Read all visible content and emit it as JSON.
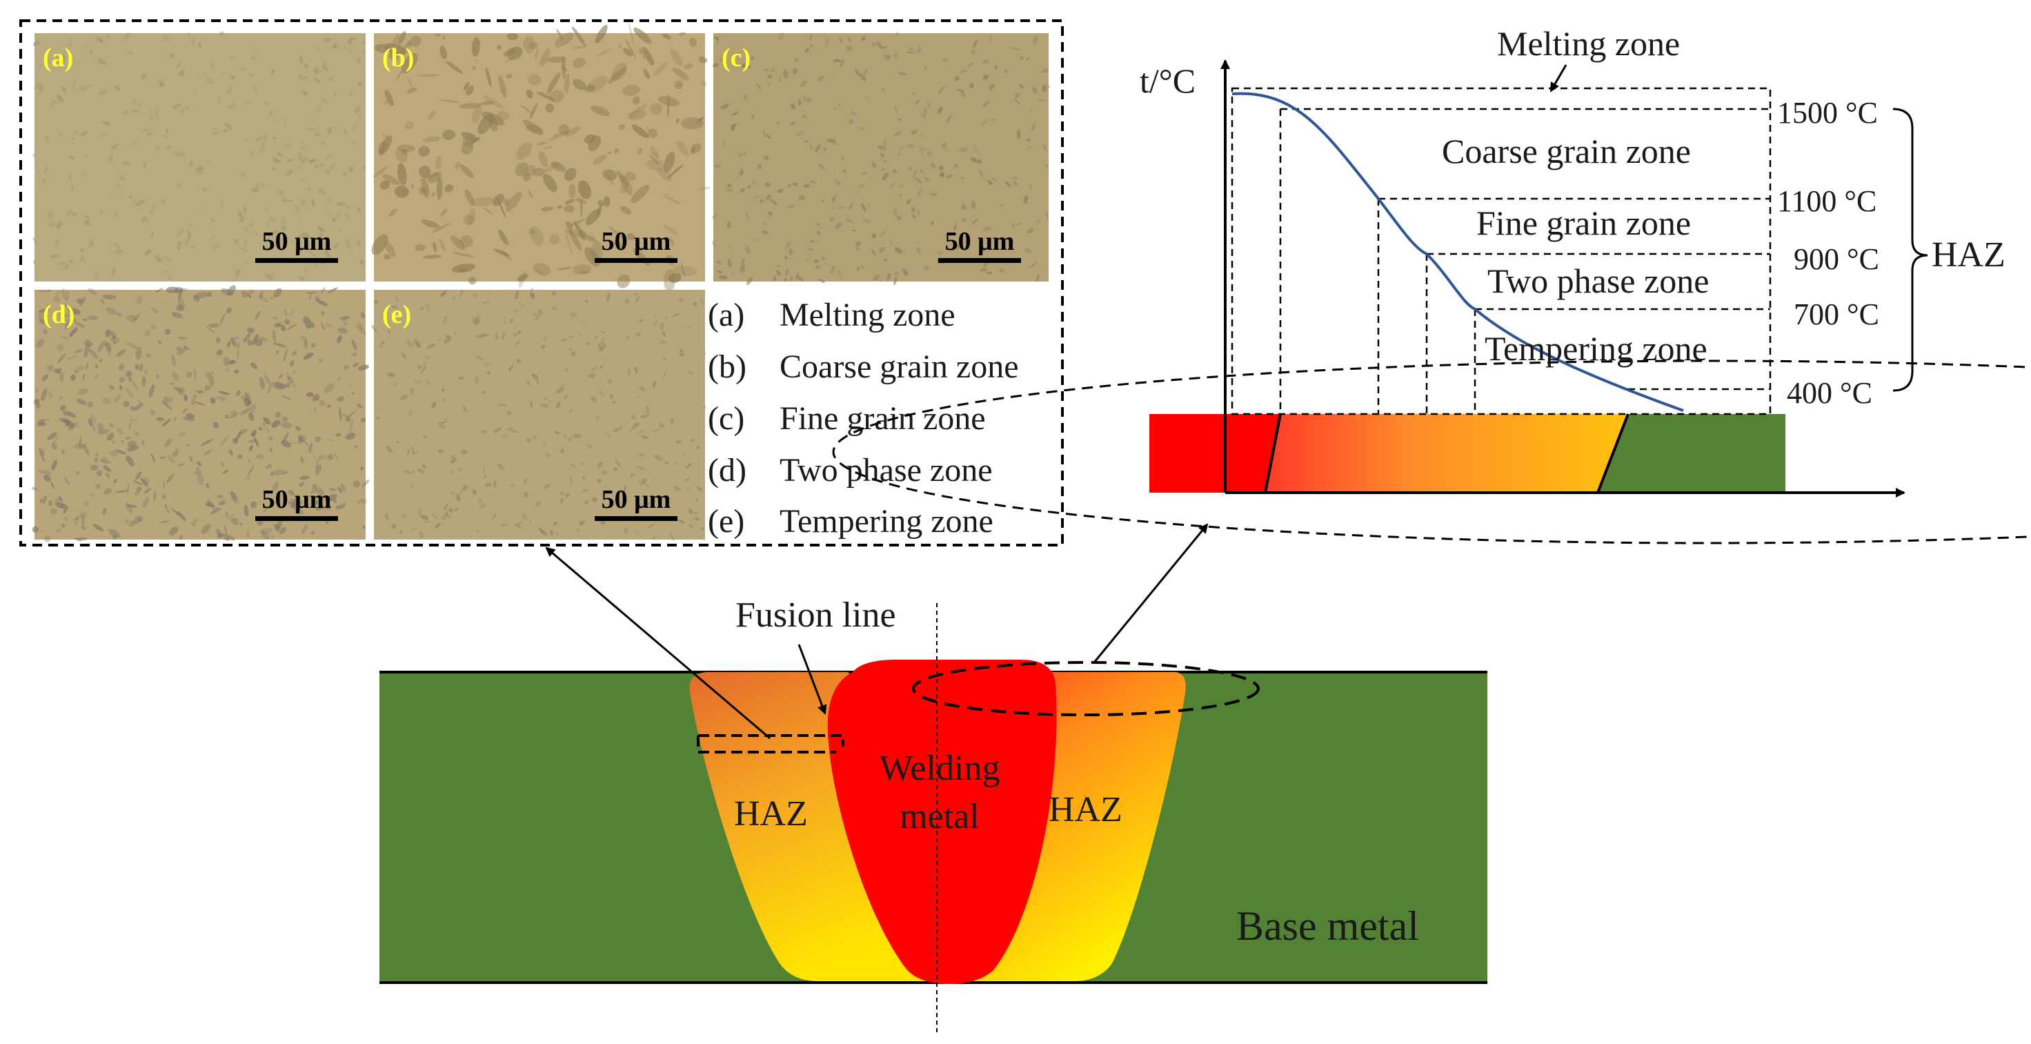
{
  "micrographs": [
    {
      "label": "(a)",
      "scale_text": "50 μm",
      "colors": {
        "base": "#b9ab80",
        "speck": "#a3946a"
      }
    },
    {
      "label": "(b)",
      "scale_text": "50 μm",
      "colors": {
        "base": "#bda97c",
        "speck": "#8f7d55"
      }
    },
    {
      "label": "(c)",
      "scale_text": "50 μm",
      "colors": {
        "base": "#b3a074",
        "speck": "#8c7b58"
      }
    },
    {
      "label": "(d)",
      "scale_text": "50 μm",
      "colors": {
        "base": "#b9a57a",
        "speck": "#7f7766"
      }
    },
    {
      "label": "(e)",
      "scale_text": "50 μm",
      "colors": {
        "base": "#b7a57c",
        "speck": "#918463"
      }
    }
  ],
  "legend": [
    {
      "key": "(a)",
      "text": "Melting zone"
    },
    {
      "key": "(b)",
      "text": "Coarse grain zone"
    },
    {
      "key": "(c)",
      "text": "Fine grain zone"
    },
    {
      "key": "(d)",
      "text": "Two phase zone"
    },
    {
      "key": "(e)",
      "text": "Tempering zone"
    }
  ],
  "temperature_chart": {
    "y_axis_label": "t/°C",
    "melting_zone_label": "Melting zone",
    "zones": [
      "Coarse grain zone",
      "Fine grain zone",
      "Two phase zone",
      "Tempering zone"
    ],
    "temperature_ticks": [
      "1500 °C",
      "1100 °C",
      "900 °C",
      "700 °C",
      "400 °C"
    ],
    "haz_label": "HAZ"
  },
  "weld_section": {
    "fusion_line_label": "Fusion line",
    "welding_metal_label": [
      "Welding",
      "metal"
    ],
    "haz_left_label": "HAZ",
    "haz_right_label": "HAZ",
    "base_metal_label": "Base metal"
  },
  "colors": {
    "base_metal": "#548235",
    "weld_red": "#ff0000",
    "haz_orange": "#ff8c1a",
    "haz_yellow": "#ffe400",
    "curve_blue": "#2f5597",
    "micro_label": "#ffff33"
  }
}
